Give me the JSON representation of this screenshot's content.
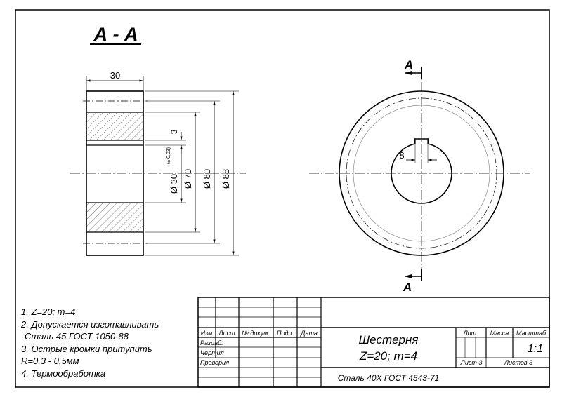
{
  "section_title": "А - А",
  "section_mark": "А",
  "dimensions": {
    "width": "30",
    "step": "3",
    "bore": "Ø 30",
    "bore_tolerance": "(± 0,03)",
    "d70": "Ø 70",
    "d80": "Ø 80",
    "d88": "Ø 88",
    "keyway": "8"
  },
  "notes": [
    "1. Z=20; m=4",
    "2. Допускается изготавливать",
    "Сталь 45 ГОСТ 1050-88",
    "3. Острые кромки притупить",
    "R=0,3 - 0,5мм",
    "4. Термообработка"
  ],
  "title_block": {
    "headers": [
      "Изм",
      "Лист",
      "№ докум.",
      "Подп.",
      "Дата"
    ],
    "rows": [
      "Разраб.",
      "Чертил",
      "Проверил"
    ],
    "part_name": "Шестерня",
    "part_params": "Z=20; m=4",
    "material": "Сталь 40Х ГОСТ 4543-71",
    "lit_label": "Лит.",
    "mass_label": "Масса",
    "scale_label": "Масштаб",
    "scale_value": "1:1",
    "sheet_label": "Лист 3",
    "sheets_label": "Листов 3"
  }
}
